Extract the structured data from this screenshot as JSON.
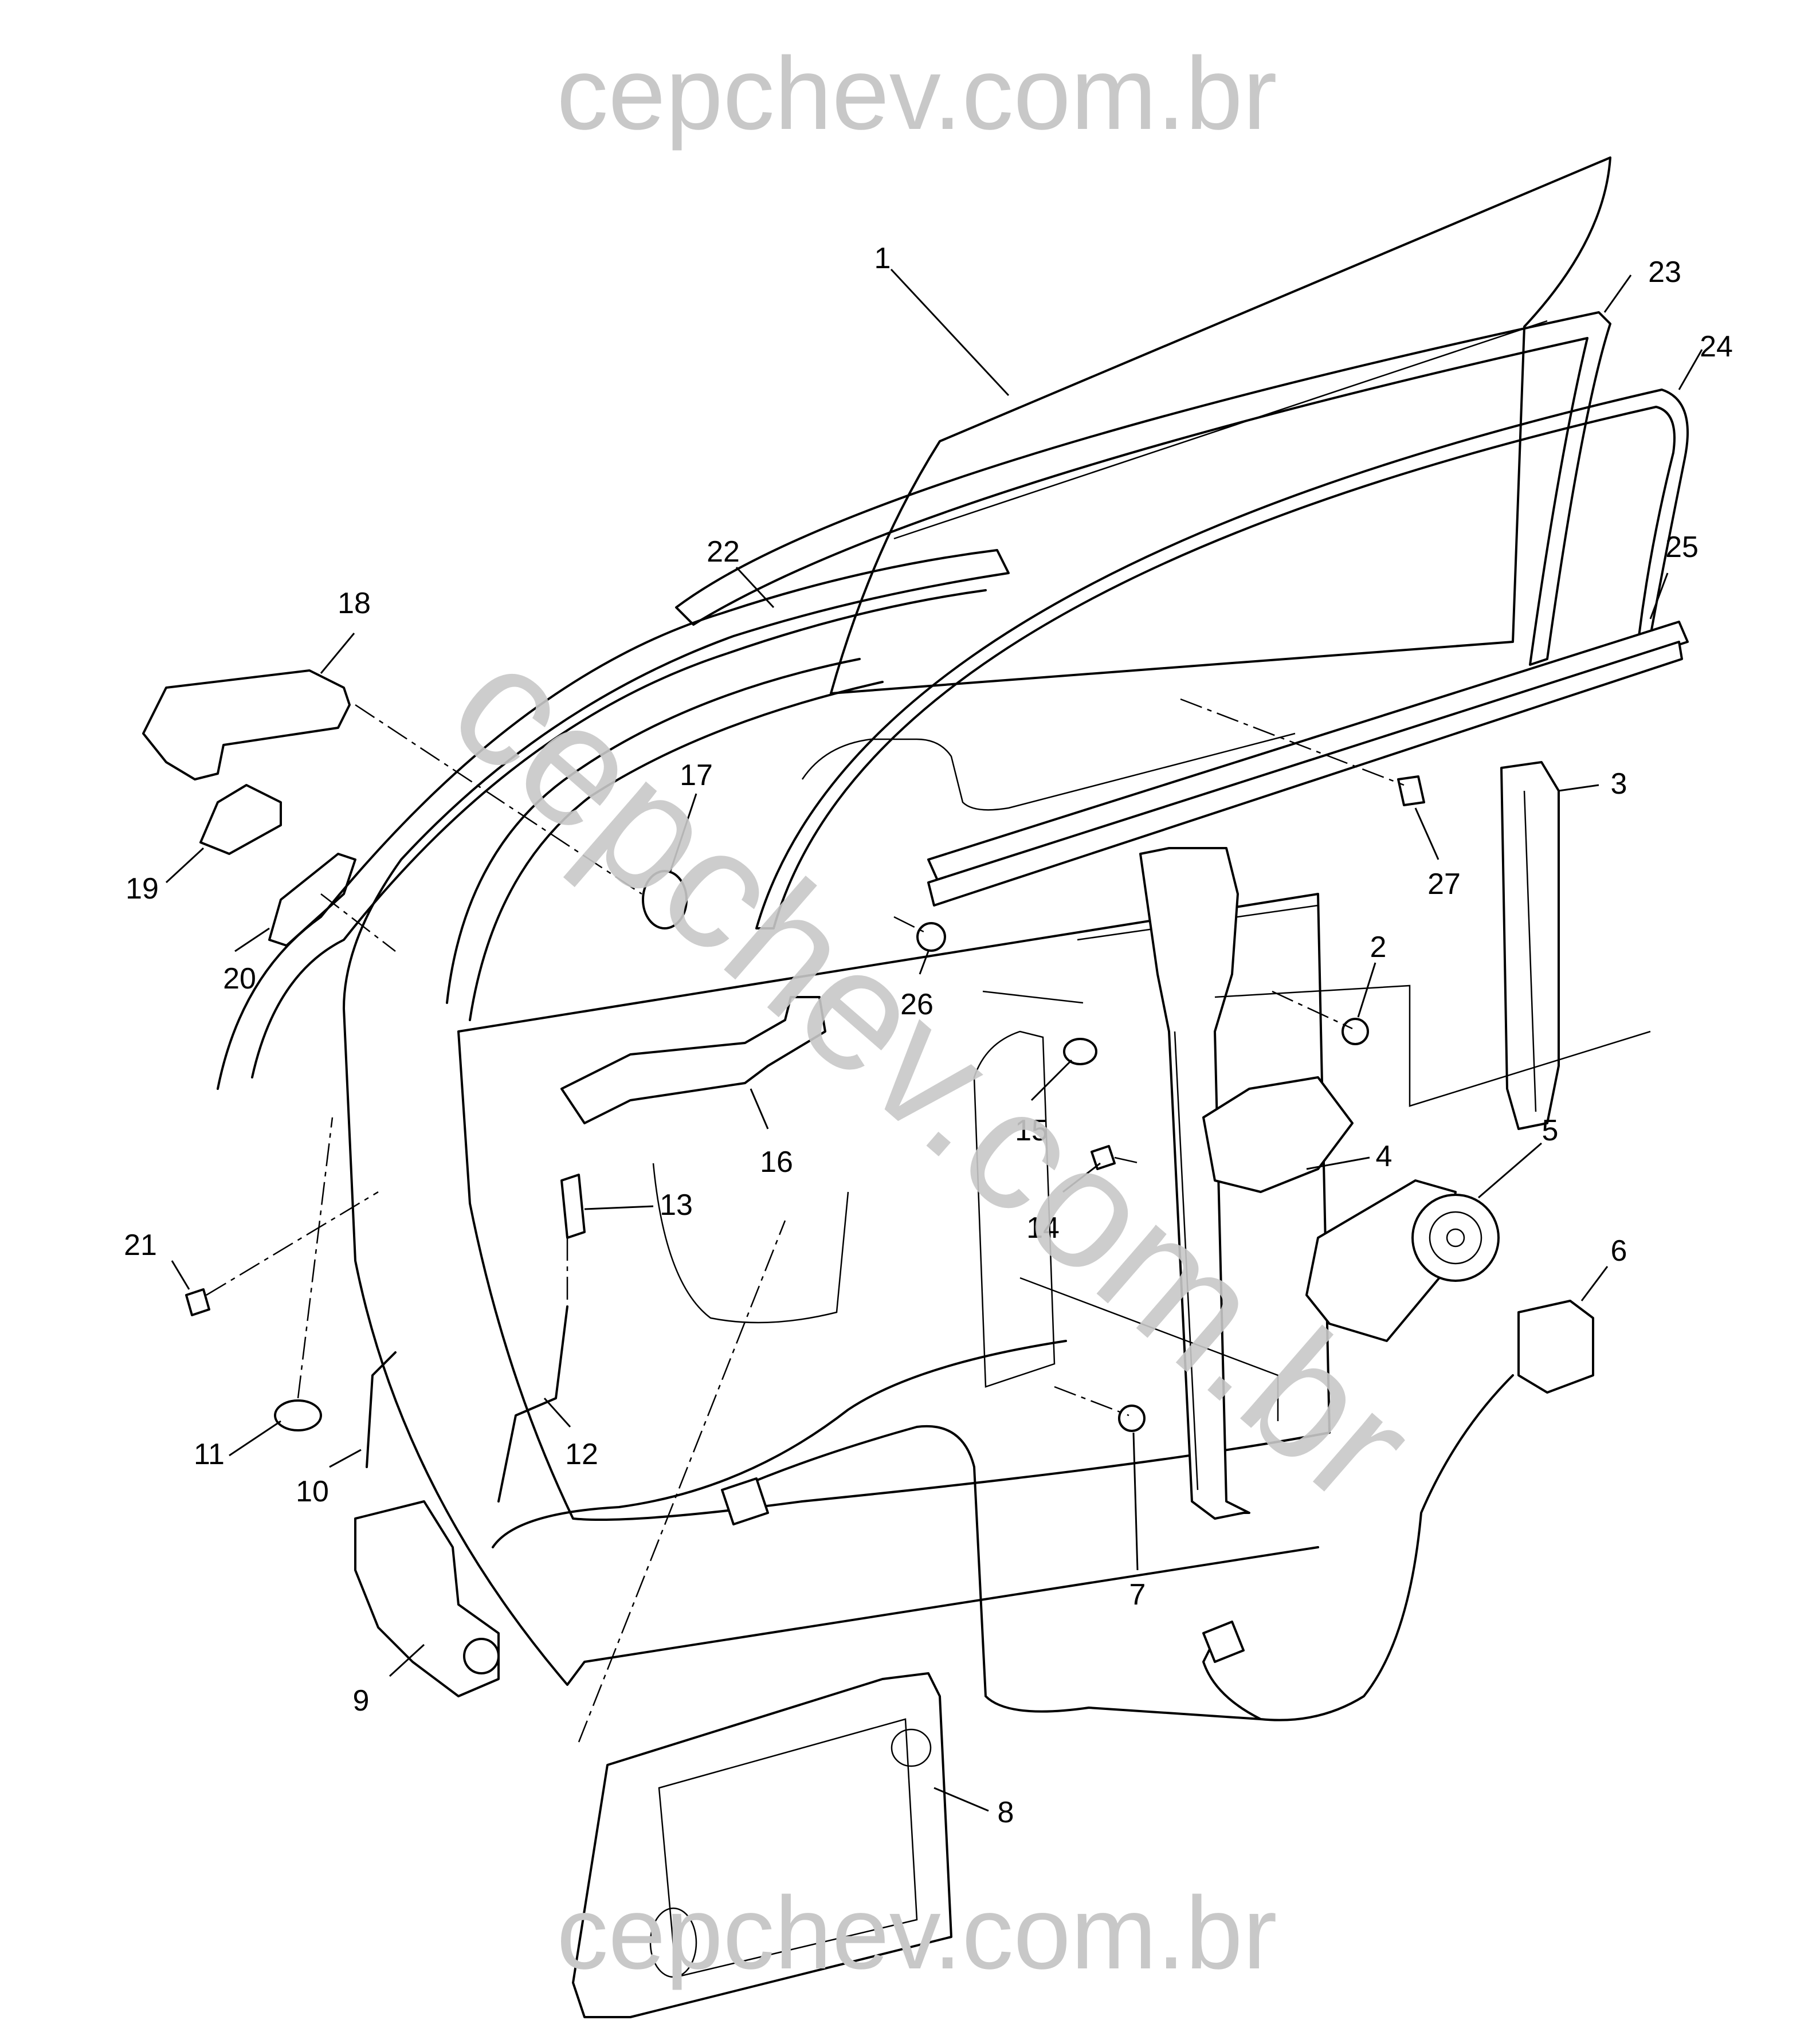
{
  "watermark": {
    "top": "cepchev.com.br",
    "bottom": "cepchev.com.br",
    "diagonal": "cepchev.com.br",
    "color": "#c8c8c8"
  },
  "callouts": [
    {
      "id": "c1",
      "label": "1"
    },
    {
      "id": "c2",
      "label": "2"
    },
    {
      "id": "c3",
      "label": "3"
    },
    {
      "id": "c4",
      "label": "4"
    },
    {
      "id": "c5",
      "label": "5"
    },
    {
      "id": "c6",
      "label": "6"
    },
    {
      "id": "c7",
      "label": "7"
    },
    {
      "id": "c8",
      "label": "8"
    },
    {
      "id": "c9",
      "label": "9"
    },
    {
      "id": "c10",
      "label": "10"
    },
    {
      "id": "c11",
      "label": "11"
    },
    {
      "id": "c12",
      "label": "12"
    },
    {
      "id": "c13",
      "label": "13"
    },
    {
      "id": "c14",
      "label": "14"
    },
    {
      "id": "c15",
      "label": "15"
    },
    {
      "id": "c16",
      "label": "16"
    },
    {
      "id": "c17",
      "label": "17"
    },
    {
      "id": "c18",
      "label": "18"
    },
    {
      "id": "c19",
      "label": "19"
    },
    {
      "id": "c20",
      "label": "20"
    },
    {
      "id": "c21",
      "label": "21"
    },
    {
      "id": "c22",
      "label": "22"
    },
    {
      "id": "c23",
      "label": "23"
    },
    {
      "id": "c24",
      "label": "24"
    },
    {
      "id": "c25",
      "label": "25"
    },
    {
      "id": "c26",
      "label": "26"
    },
    {
      "id": "c27",
      "label": "27"
    }
  ]
}
